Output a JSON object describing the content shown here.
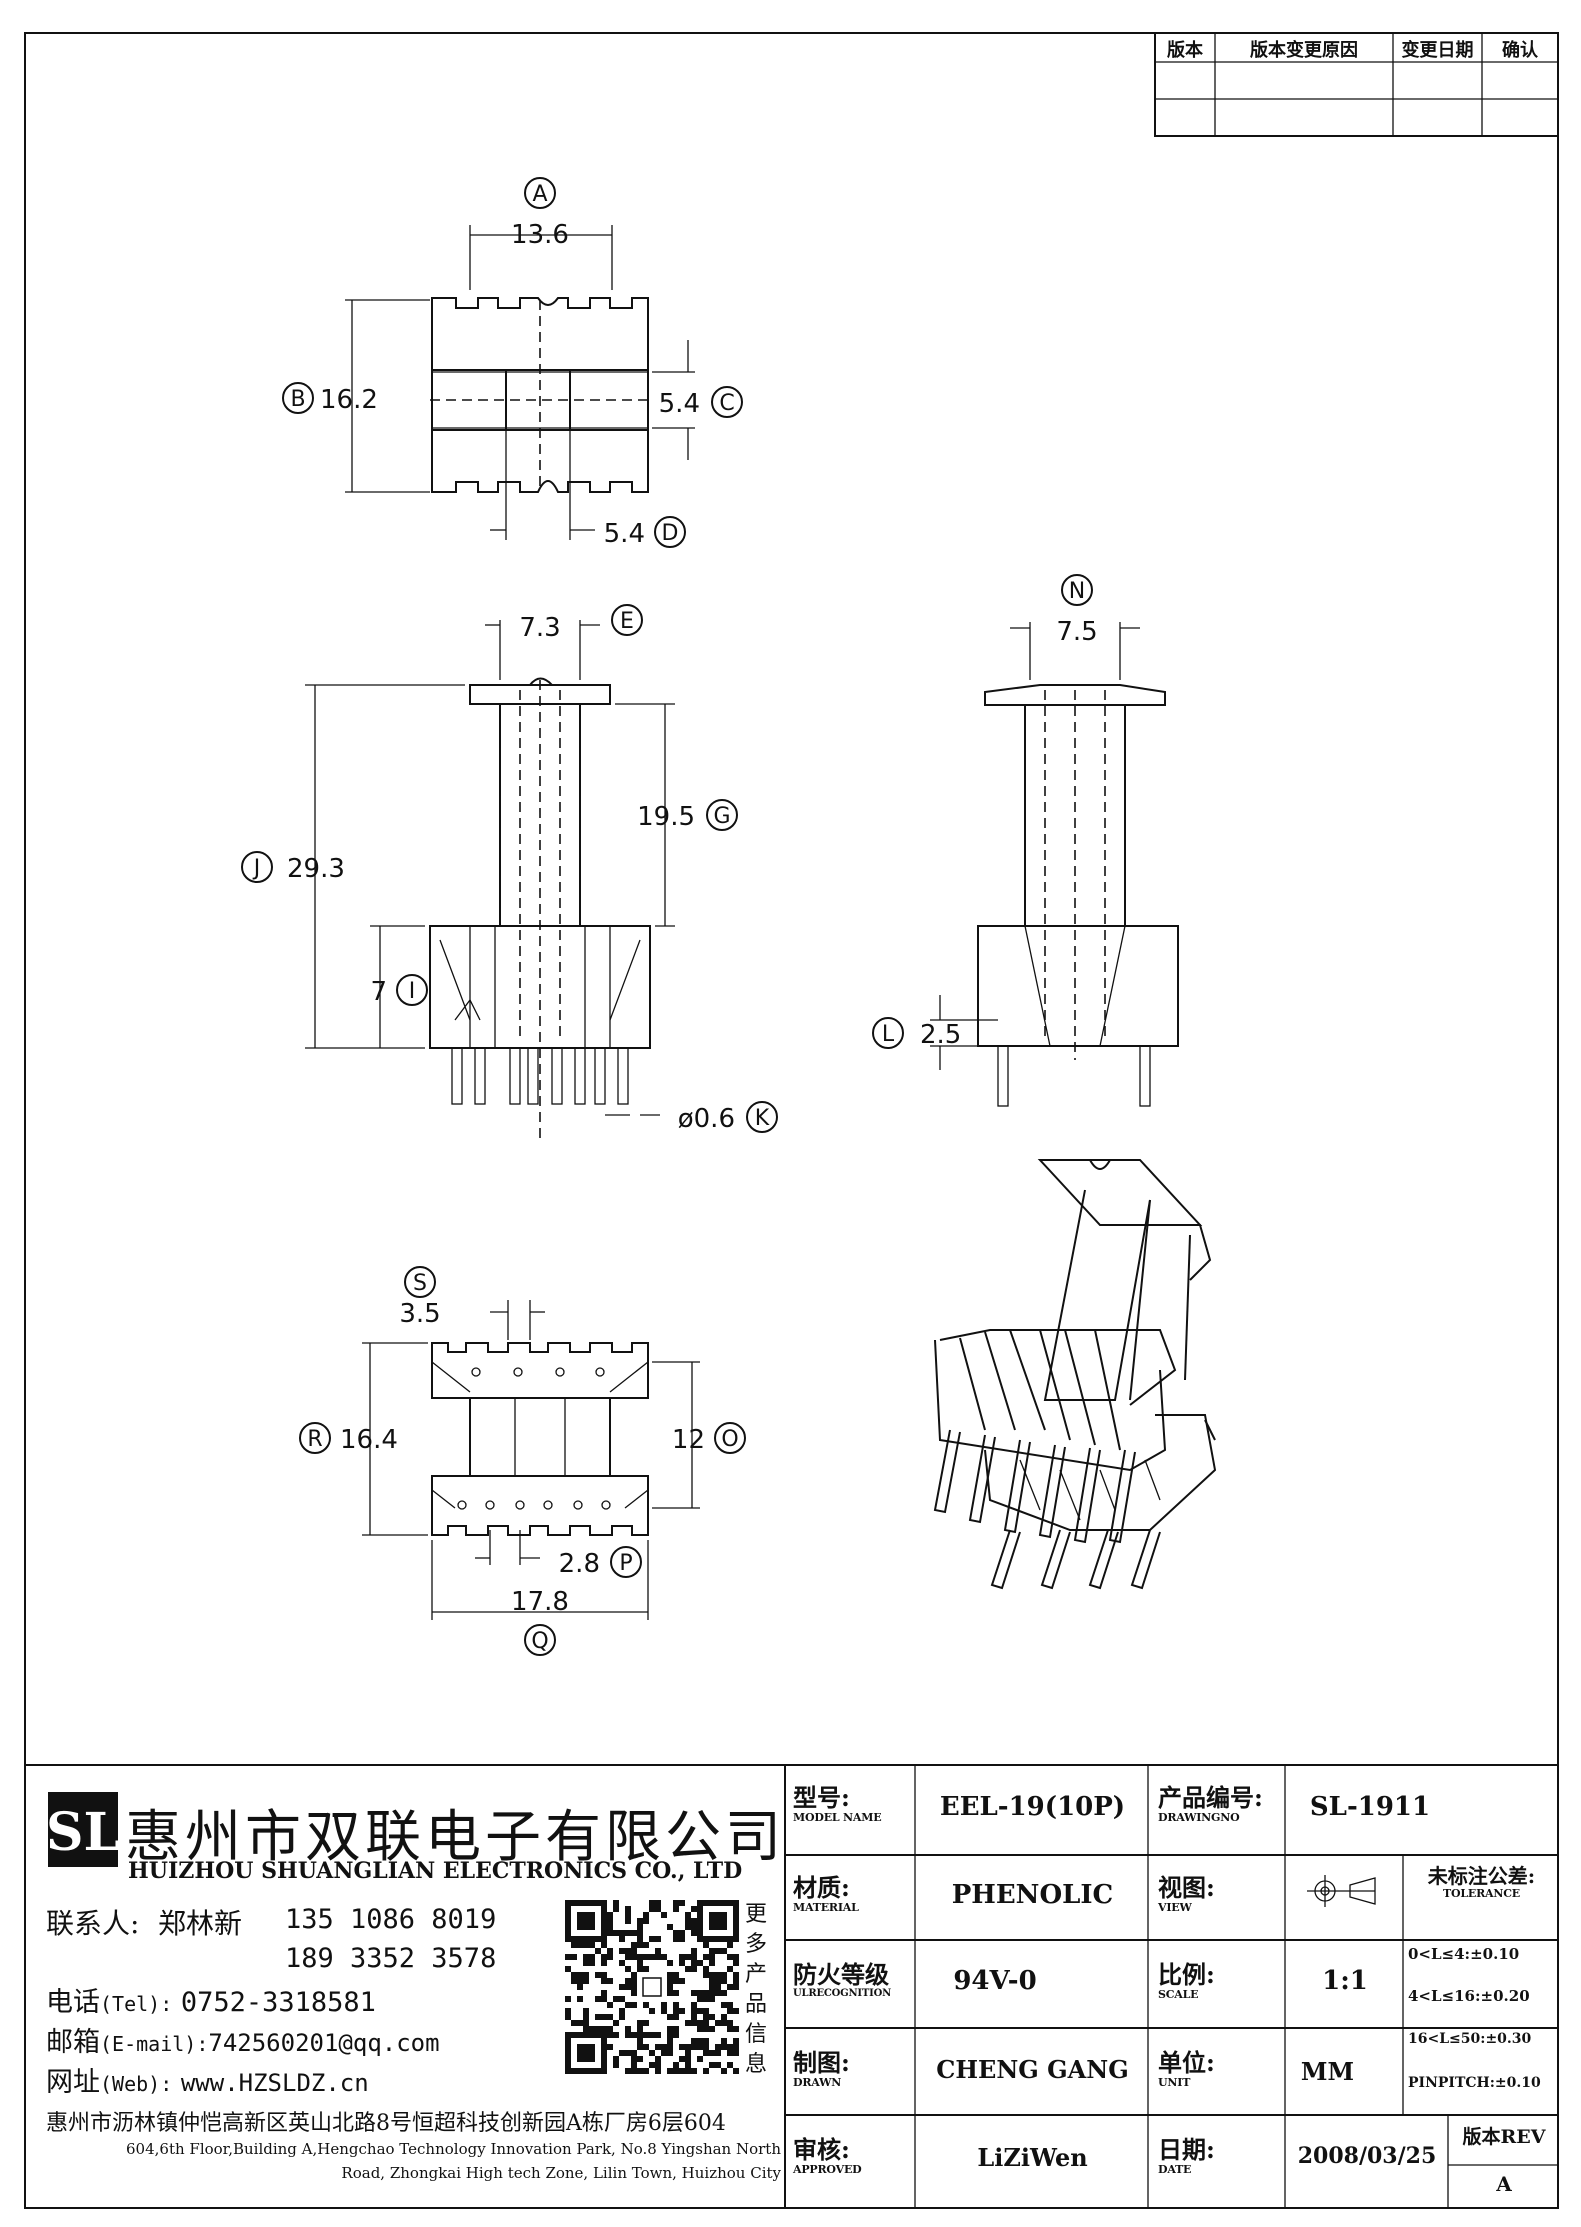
{
  "revision_table": {
    "headers": [
      "版本",
      "版本变更原因",
      "变更日期",
      "确认"
    ]
  },
  "dimensions": {
    "A": {
      "label": "A",
      "value": "13.6"
    },
    "B": {
      "label": "B",
      "value": "16.2"
    },
    "C": {
      "label": "C",
      "value": "5.4"
    },
    "D": {
      "label": "D",
      "value": "5.4"
    },
    "E": {
      "label": "E",
      "value": "7.3"
    },
    "G": {
      "label": "G",
      "value": "19.5"
    },
    "J": {
      "label": "J",
      "value": "29.3"
    },
    "I": {
      "label": "I",
      "value": "7"
    },
    "K": {
      "label": "K",
      "value": "ø0.6"
    },
    "N": {
      "label": "N",
      "value": "7.5"
    },
    "L": {
      "label": "L",
      "value": "2.5"
    },
    "S": {
      "label": "S",
      "value": "3.5"
    },
    "R": {
      "label": "R",
      "value": "16.4"
    },
    "O": {
      "label": "O",
      "value": "12"
    },
    "P": {
      "label": "P",
      "value": "2.8"
    },
    "Q": {
      "label": "Q",
      "value": "17.8"
    }
  },
  "company": {
    "logo_text": "SL",
    "name_cn": "惠州市双联电子有限公司",
    "name_en": "HUIZHOU SHUANGLIAN ELECTRONICS CO., LTD",
    "contact_label": "联系人:",
    "contact_name": "郑林新",
    "phone1": "135 1086 8019",
    "phone2": "189 3352 3578",
    "tel_label": "电话",
    "tel_en": "(Tel):",
    "tel": "0752-3318581",
    "email_label": "邮箱",
    "email_en": "(E-mail):",
    "email": "742560201@qq.com",
    "web_label": "网址",
    "web_en": "(Web):",
    "web": "www.HZSLDZ.cn",
    "qr_caption": "更多产品信息",
    "address_cn": "惠州市沥林镇仲恺高新区英山北路8号恒超科技创新园A栋厂房6层604",
    "address_en_1": "604,6th Floor,Building A,Hengchao Technology Innovation Park, No.8 Yingshan North",
    "address_en_2": "Road, Zhongkai High tech Zone, Lilin Town, Huizhou City"
  },
  "title_block": {
    "model_label_cn": "型号:",
    "model_label_en": "MODEL NAME",
    "model_value": "EEL-19(10P)",
    "drawingno_label_cn": "产品编号:",
    "drawingno_label_en": "DRAWINGNO",
    "drawingno_value": "SL-1911",
    "material_label_cn": "材质:",
    "material_label_en": "MATERIAL",
    "material_value": "PHENOLIC",
    "view_label_cn": "视图:",
    "view_label_en": "VIEW",
    "tolerance_label_cn": "未标注公差:",
    "tolerance_label_en": "TOLERANCE",
    "tolerance_1": "0<L≤4:±0.10",
    "tolerance_2": "4<L≤16:±0.20",
    "tolerance_3": "16<L≤50:±0.30",
    "tolerance_4": "PINPITCH:±0.10",
    "fire_label_cn": "防火等级",
    "fire_label_en": "ULRECOGNITION",
    "fire_value": "94V-0",
    "scale_label_cn": "比例:",
    "scale_label_en": "SCALE",
    "scale_value": "1:1",
    "drawn_label_cn": "制图:",
    "drawn_label_en": "DRAWN",
    "drawn_value": "CHENG GANG",
    "unit_label_cn": "单位:",
    "unit_label_en": "UNIT",
    "unit_value": "MM",
    "approved_label_cn": "审核:",
    "approved_label_en": "APPROVED",
    "approved_value": "LiZiWen",
    "date_label_cn": "日期:",
    "date_label_en": "DATE",
    "date_value": "2008/03/25",
    "rev_label": "版本REV",
    "rev_value": "A"
  }
}
